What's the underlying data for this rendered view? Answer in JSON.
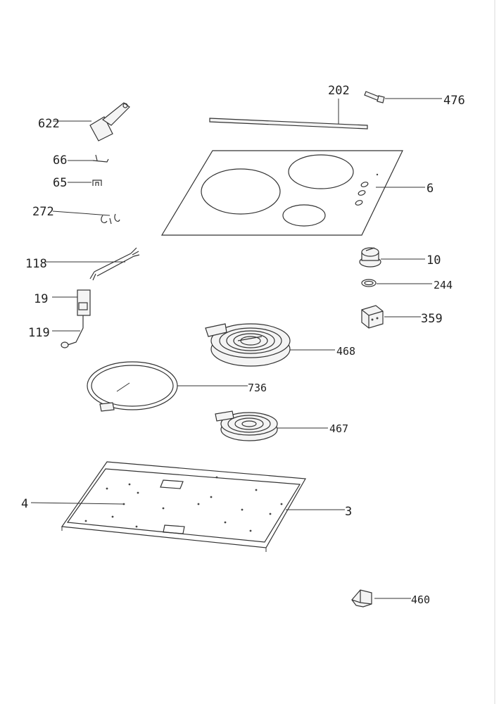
{
  "callouts": {
    "c622": "622",
    "c202": "202",
    "c476": "476",
    "c66": "66",
    "c65": "65",
    "c6": "6",
    "c272": "272",
    "c118": "118",
    "c10": "10",
    "c244": "244",
    "c19": "19",
    "c359": "359",
    "c119": "119",
    "c468": "468",
    "c736": "736",
    "c467": "467",
    "c4": "4",
    "c3": "3",
    "c460": "460"
  },
  "colors": {
    "line": "#333333",
    "paper": "#ffffff"
  }
}
